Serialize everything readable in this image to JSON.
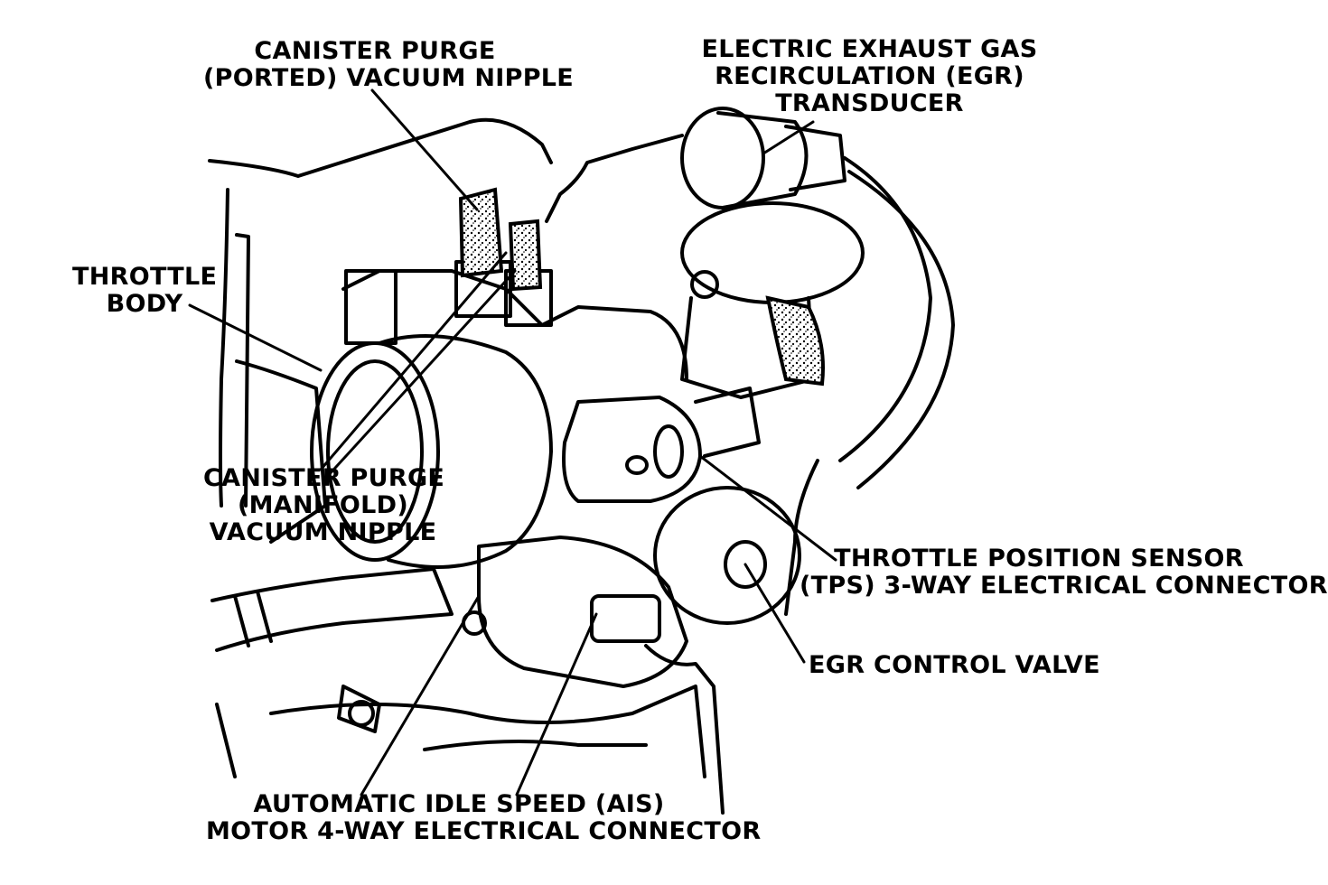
{
  "diagram": {
    "labels": {
      "canister_purge_ported": [
        "CANISTER PURGE",
        "(PORTED) VACUUM NIPPLE"
      ],
      "egr_transducer": [
        "ELECTRIC EXHAUST GAS",
        "RECIRCULATION (EGR)",
        "TRANSDUCER"
      ],
      "throttle_body": [
        "THROTTLE",
        "BODY"
      ],
      "canister_purge_manifold": [
        "CANISTER PURGE",
        "(MANIFOLD)",
        "VACUUM NIPPLE"
      ],
      "tps_connector": [
        "THROTTLE POSITION SENSOR",
        "(TPS) 3-WAY ELECTRICAL CONNECTOR"
      ],
      "egr_control_valve": [
        "EGR CONTROL VALVE"
      ],
      "ais_connector": [
        "AUTOMATIC IDLE SPEED (AIS)",
        "MOTOR 4-WAY ELECTRICAL CONNECTOR"
      ]
    }
  }
}
